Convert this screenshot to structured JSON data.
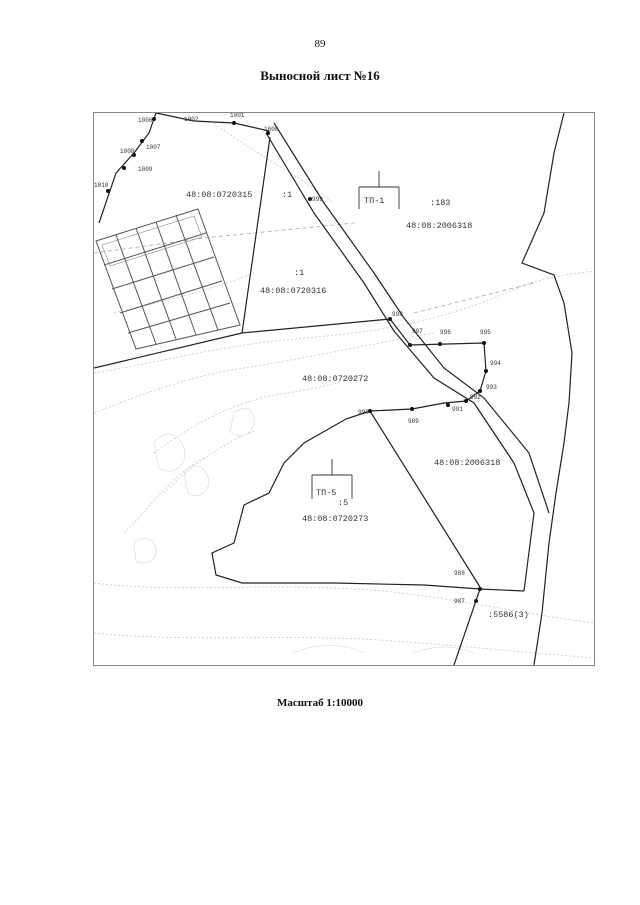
{
  "page": {
    "number": "89",
    "title": "Выносной лист №16",
    "scale": "Масштаб 1:10000"
  },
  "map": {
    "parcels": {
      "p720315": "48:08:0720315",
      "p2006318_top": "48:08:2006318",
      "p720316": "48:08:0720316",
      "p720272": "48:08:0720272",
      "p2006318_mid": "48:08:2006318",
      "p720273": "48:08:0720273"
    },
    "sublabels": {
      "s1_top": ":1",
      "s1_mid": ":1",
      "s183": ":183",
      "s5": ":5",
      "s5586": ":5586(3)"
    },
    "zones": {
      "zone_top": "ТП-1",
      "zone_bottom": "ТП-5"
    },
    "points": {
      "pt1006": "1006",
      "pt1002": "1002",
      "pt1008": "1008",
      "pt1007": "1007",
      "pt1009": "1009",
      "pt1010": "1010",
      "pt1001": "1001",
      "pt1000": "1000",
      "pt999": "999",
      "pt998": "998",
      "pt997": "997",
      "pt996": "996",
      "pt995": "995",
      "pt994": "994",
      "pt993": "993",
      "pt992": "992",
      "pt991": "991",
      "pt990": "990",
      "pt989": "989",
      "pt988": "988",
      "pt987": "987"
    }
  }
}
